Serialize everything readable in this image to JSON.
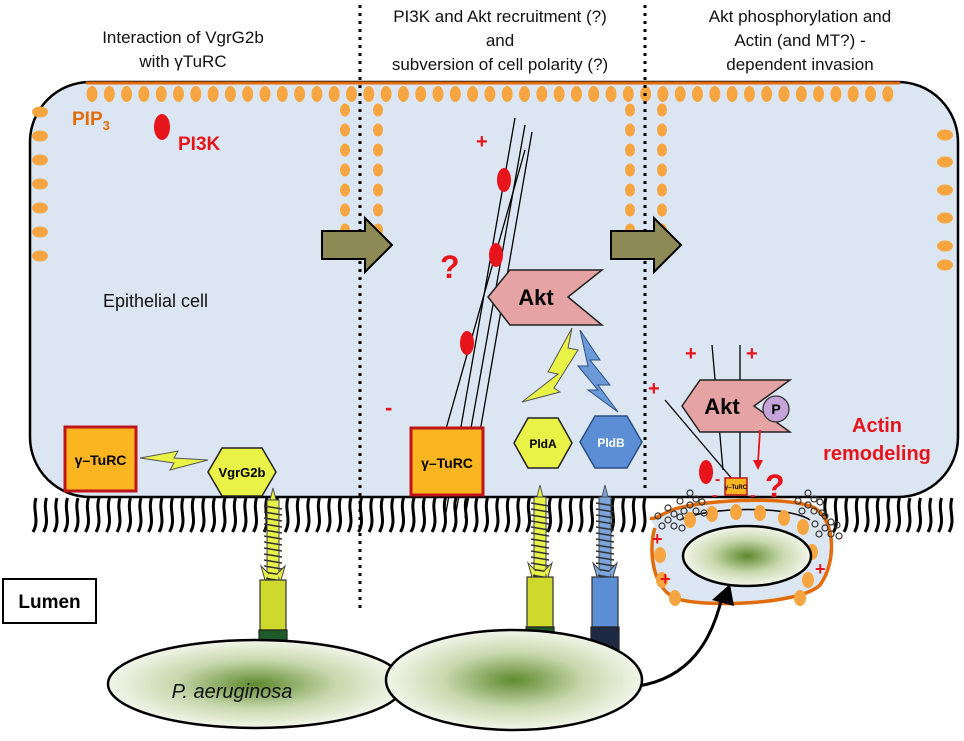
{
  "headers": {
    "step1": [
      "Interaction of VgrG2b",
      "with γTuRC"
    ],
    "step2": [
      "PI3K and Akt recruitment (?)",
      "and",
      "subversion of cell polarity (?)"
    ],
    "step3": [
      "Akt phosphorylation and",
      "Actin (and MT?) -",
      "dependent invasion"
    ]
  },
  "labels": {
    "pip": "PIP",
    "pip_sub": "3",
    "pi3k": "PI3K",
    "epithelial_cell": "Epithelial cell",
    "lumen": "Lumen",
    "pathogen": "P. aeruginosa",
    "gturc": "γ–TuRC",
    "gturc_small": "γ–TuRC",
    "vgrg2b": "VgrG2b",
    "akt": "Akt",
    "phospho": "P",
    "plda": "PldA",
    "pldb": "PldB",
    "actin_line1": "Actin",
    "actin_line2": "remodeling",
    "question": "?",
    "plus": "+",
    "minus": "-"
  },
  "colors": {
    "cell_fill": "#dce6f2",
    "membrane": "#e36c0a",
    "pip_dot": "#f7a540",
    "pi3k": "#e8141b",
    "gturc_fill": "#fbb520",
    "gturc_border": "#c0141b",
    "vgrg_yellow": "#e9f246",
    "akt_fill": "#e6a3a3",
    "pldb_blue": "#6a9bd8",
    "arrow_olive": "#8e8a56",
    "pathogen_green": "#5e8a2e"
  }
}
